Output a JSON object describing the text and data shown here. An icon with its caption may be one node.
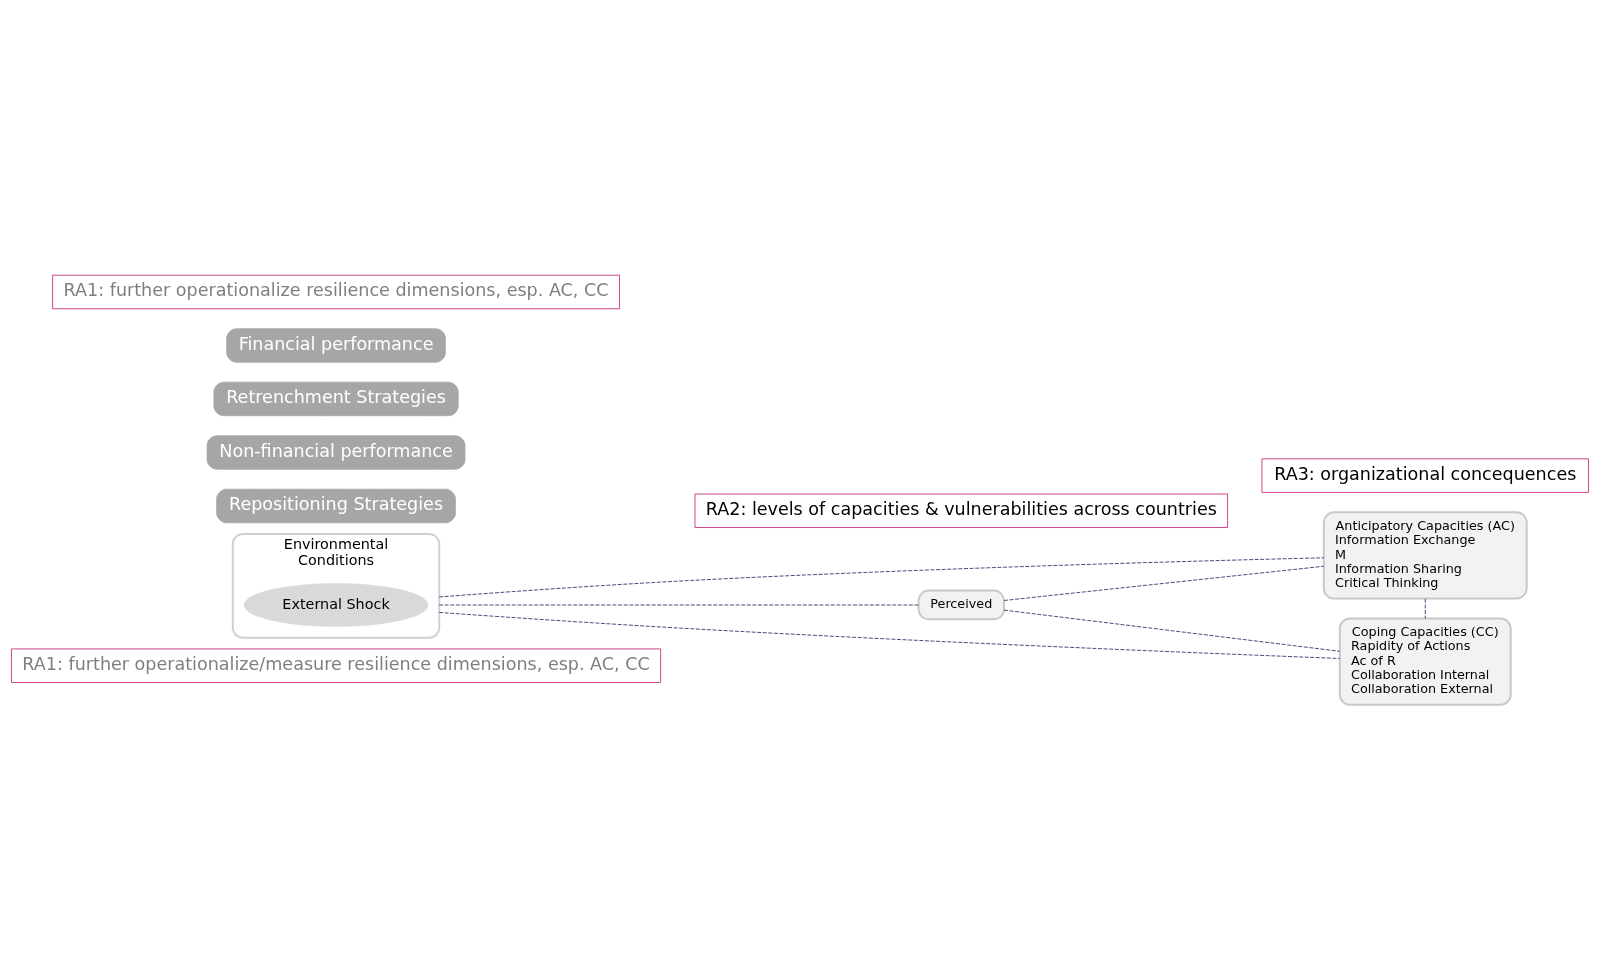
{
  "diagram": {
    "nodes": [
      {
        "text": [
          "RA1: further operationalize/measure resilience dimensions, esp. AC, CC"
        ]
      },
      {
        "text": [
          "Anticipatory Capacities (AC)",
          "Information Exchange",
          "M",
          "Information Sharing",
          "Critical Thinking"
        ]
      },
      {
        "text": [
          "Repositioning Strategies"
        ]
      },
      {
        "text": [
          "Non-financial performance"
        ]
      },
      {
        "text": [
          "RA2: levels of capacities & vulnerabilities across countries"
        ]
      },
      {
        "text": [
          "Environmental",
          "Conditions"
        ]
      },
      {
        "text": [
          "External Shock"
        ],
        "in": 5
      },
      {
        "text": [
          "Perceived"
        ]
      },
      {
        "text": [
          "RA3: organizational concequences"
        ]
      },
      {
        "text": [
          "Retrenchment Strategies"
        ]
      },
      {
        "text": [
          "Financial performance"
        ]
      },
      {
        "text": [
          "RA1: further operationalize resilience dimensions, esp. AC, CC"
        ]
      },
      {
        "text": [
          "Coping Capacities (CC)",
          "Rapidity of Actions",
          "Ac of R",
          "Collaboration Internal",
          "Collaboration External"
        ]
      }
    ],
    "edges": [
      {
        "from": 5,
        "to": 1,
        "arrow": "none",
        "style": "dashed"
      },
      {
        "from": 5,
        "to": 7,
        "arrow": "none",
        "style": "dashed"
      },
      {
        "from": 5,
        "to": 12,
        "arrow": "none",
        "style": "dashed"
      },
      {
        "from": 7,
        "to": 1,
        "arrow": "none",
        "style": "dashed"
      },
      {
        "from": 7,
        "to": 12,
        "arrow": "none",
        "style": "dashed"
      },
      {
        "from": 1,
        "to": 12,
        "arrow": "none",
        "style": "dashed"
      }
    ]
  }
}
